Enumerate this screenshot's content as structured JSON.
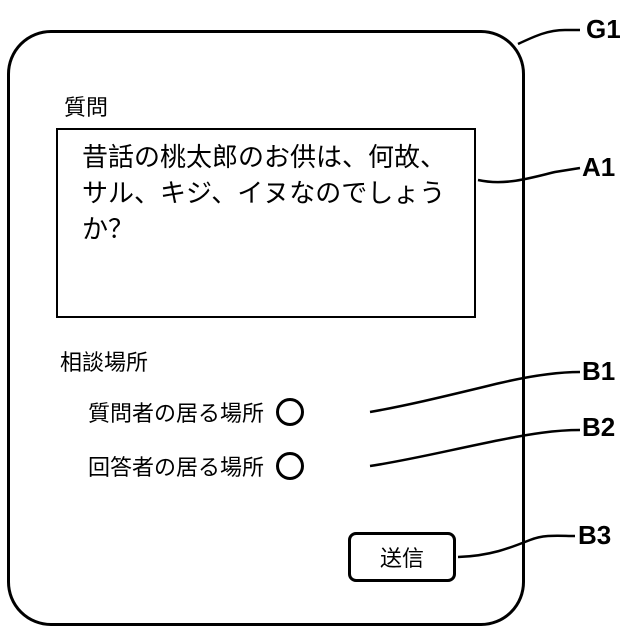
{
  "screen": {
    "question_label": "質問",
    "question_text": "昔話の桃太郎のお供は、何故、サル、キジ、イヌなのでしょうか？",
    "location_label": "相談場所",
    "options": [
      {
        "label": "質問者の居る場所"
      },
      {
        "label": "回答者の居る場所"
      }
    ],
    "send_label": "送信"
  },
  "callouts": {
    "screen": "G1",
    "question_box": "A1",
    "option_1": "B1",
    "option_2": "B2",
    "send_button": "B3"
  }
}
